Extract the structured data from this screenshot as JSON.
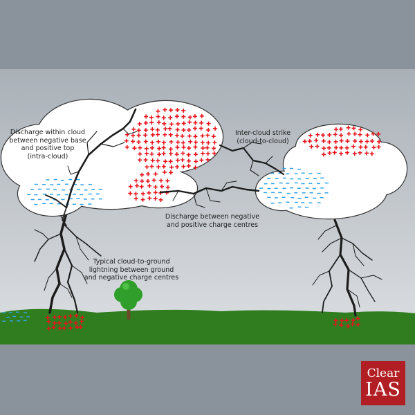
{
  "labels": {
    "intra_cloud": [
      "Discharge within cloud",
      "between negative base",
      "and positive top",
      "(intra-cloud)"
    ],
    "inter_cloud": [
      "Inter-cloud strike",
      "(cloud-to-cloud)"
    ],
    "negative_positive": [
      "Discharge between negative",
      "and positive charge centres"
    ],
    "cloud_to_ground": [
      "Typical cloud-to-ground",
      "lightning between ground",
      "and negative charge centres"
    ]
  },
  "logo": {
    "line1": "Clear",
    "line2": "IAS"
  },
  "colors": {
    "background": "#8a939c",
    "sky_top": "#a9b0b7",
    "sky_bottom": "#dde0e3",
    "ground": "#2f7d1f",
    "positive_charge": "#e8141c",
    "negative_charge": "#2fa3e6",
    "cloud_fill": "#ffffff",
    "cloud_outline": "#333333",
    "lightning": "#1c1c1c",
    "tree_canopy": "#2f9e2a",
    "tree_trunk": "#6b4a2a",
    "logo_bg": "#b11f24"
  }
}
